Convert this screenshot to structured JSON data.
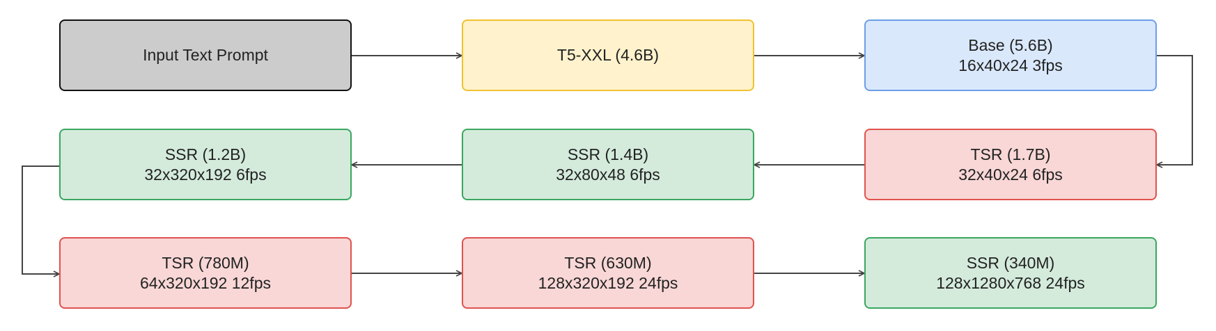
{
  "nodes": {
    "input": {
      "label": "Input Text Prompt"
    },
    "t5": {
      "label": "T5-XXL (4.6B)"
    },
    "base": {
      "label": "Base (5.6B)",
      "spec": "16x40x24 3fps"
    },
    "tsr_1_7b": {
      "label": "TSR (1.7B)",
      "spec": "32x40x24 6fps"
    },
    "ssr_1_4b": {
      "label": "SSR (1.4B)",
      "spec": "32x80x48 6fps"
    },
    "ssr_1_2b": {
      "label": "SSR (1.2B)",
      "spec": "32x320x192 6fps"
    },
    "tsr_780m": {
      "label": "TSR (780M)",
      "spec": "64x320x192 12fps"
    },
    "tsr_630m": {
      "label": "TSR (630M)",
      "spec": "128x320x192 24fps"
    },
    "ssr_340m": {
      "label": "SSR (340M)",
      "spec": "128x1280x768 24fps"
    }
  },
  "colors": {
    "input_fill": "#cccccc",
    "encoder_fill": "#fff2cc",
    "encoder_border": "#f2c12e",
    "base_fill": "#dae8fc",
    "base_border": "#6c9ee8",
    "tsr_fill": "#f8d7d6",
    "tsr_border": "#e0524d",
    "ssr_fill": "#d4ebdc",
    "ssr_border": "#3aa660",
    "arrow": "#444444"
  }
}
